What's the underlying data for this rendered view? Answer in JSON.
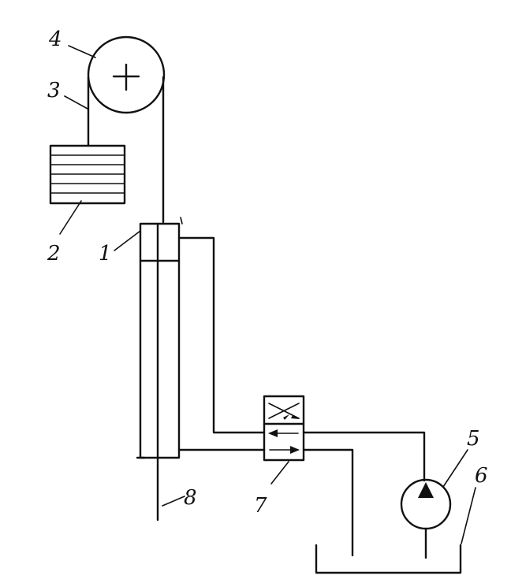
{
  "diagram": {
    "labels": {
      "cylinder": "1",
      "counterweight": "2",
      "rope": "3",
      "pulley": "4",
      "pump": "5",
      "tank": "6",
      "valve": "7",
      "rod": "8"
    }
  }
}
